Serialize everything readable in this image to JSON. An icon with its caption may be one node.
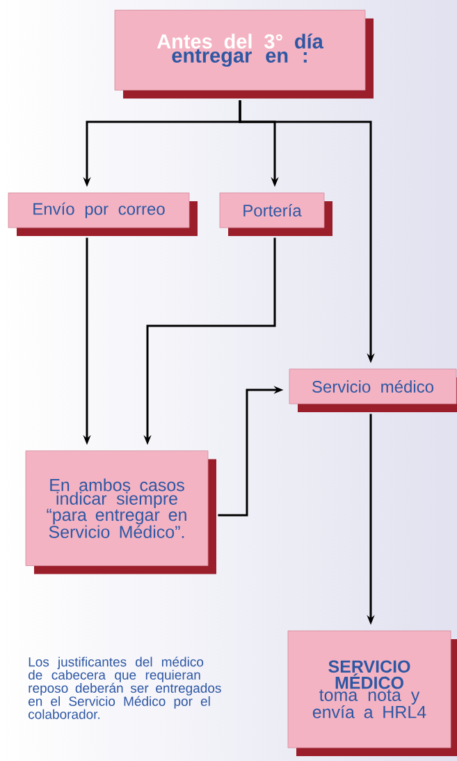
{
  "diagram": {
    "nodes": [
      {
        "text": [
          "Antes del 3°",
          "día entregar en :"
        ]
      },
      {
        "text": [
          "Envío por correo"
        ]
      },
      {
        "text": [
          "Portería"
        ]
      },
      {
        "text": [
          "Servicio médico"
        ]
      },
      {
        "text": [
          "En ambos casos indicar siempre “para entregar en Servicio Médico”."
        ]
      },
      {
        "text": [
          "**SERVICIO MÉDICO** toma nota y envía a HRL4"
        ]
      }
    ],
    "edges": [
      {
        "from": 0,
        "to": 1,
        "arrow": "to"
      },
      {
        "from": 0,
        "to": 2,
        "arrow": "to"
      },
      {
        "from": 0,
        "to": 3,
        "arrow": "to"
      },
      {
        "from": 1,
        "to": 4,
        "arrow": "to"
      },
      {
        "from": 2,
        "to": 4,
        "arrow": "to"
      },
      {
        "from": 4,
        "to": 3,
        "arrow": "to"
      },
      {
        "from": 3,
        "to": 5,
        "arrow": "to"
      }
    ],
    "labels": [
      "Los justificantes del médico de cabecera que requieran reposo deberán ser entregados en el Servicio Médico por el colaborador."
    ]
  }
}
